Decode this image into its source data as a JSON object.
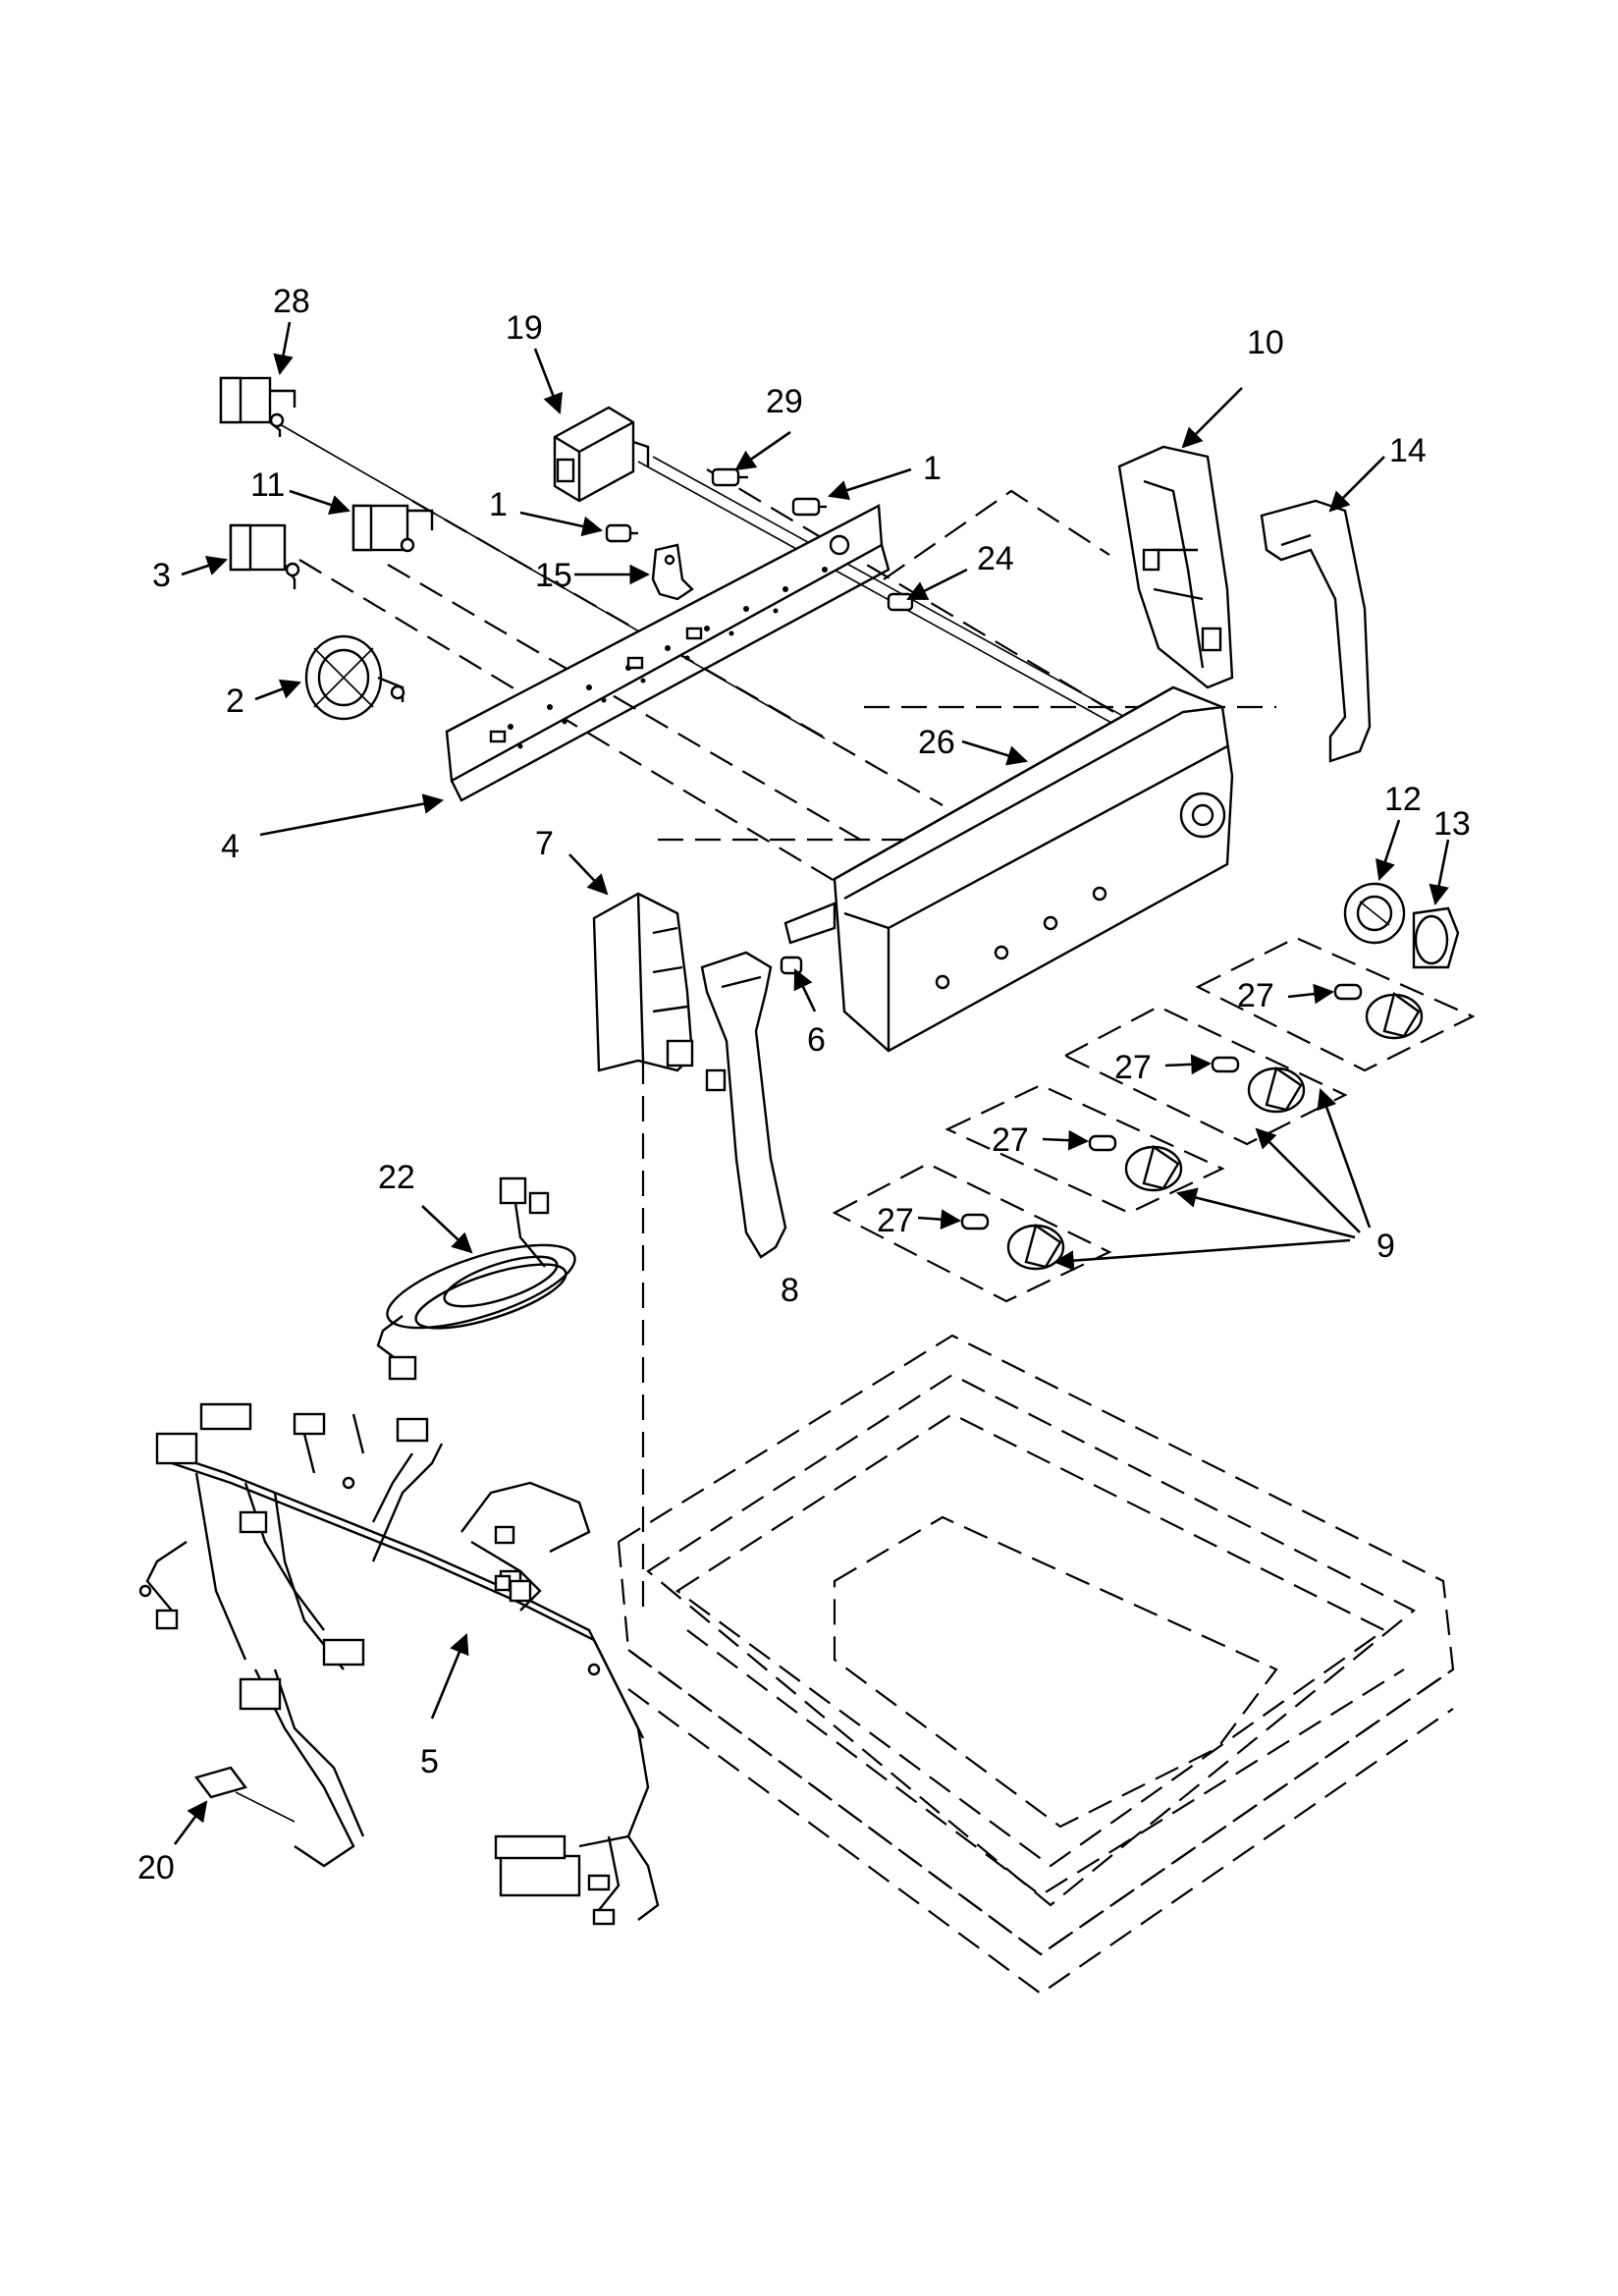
{
  "labels": {
    "l28": "28",
    "l19": "19",
    "l29": "29",
    "l1a": "1",
    "l1b": "1",
    "l10": "10",
    "l14": "14",
    "l11": "11",
    "l3": "3",
    "l15": "15",
    "l24": "24",
    "l2": "2",
    "l26": "26",
    "l4": "4",
    "l12": "12",
    "l13": "13",
    "l7": "7",
    "l6": "6",
    "l27a": "27",
    "l27b": "27",
    "l27c": "27",
    "l27d": "27",
    "l22": "22",
    "l8": "8",
    "l9": "9",
    "l5": "5",
    "l20": "20"
  }
}
